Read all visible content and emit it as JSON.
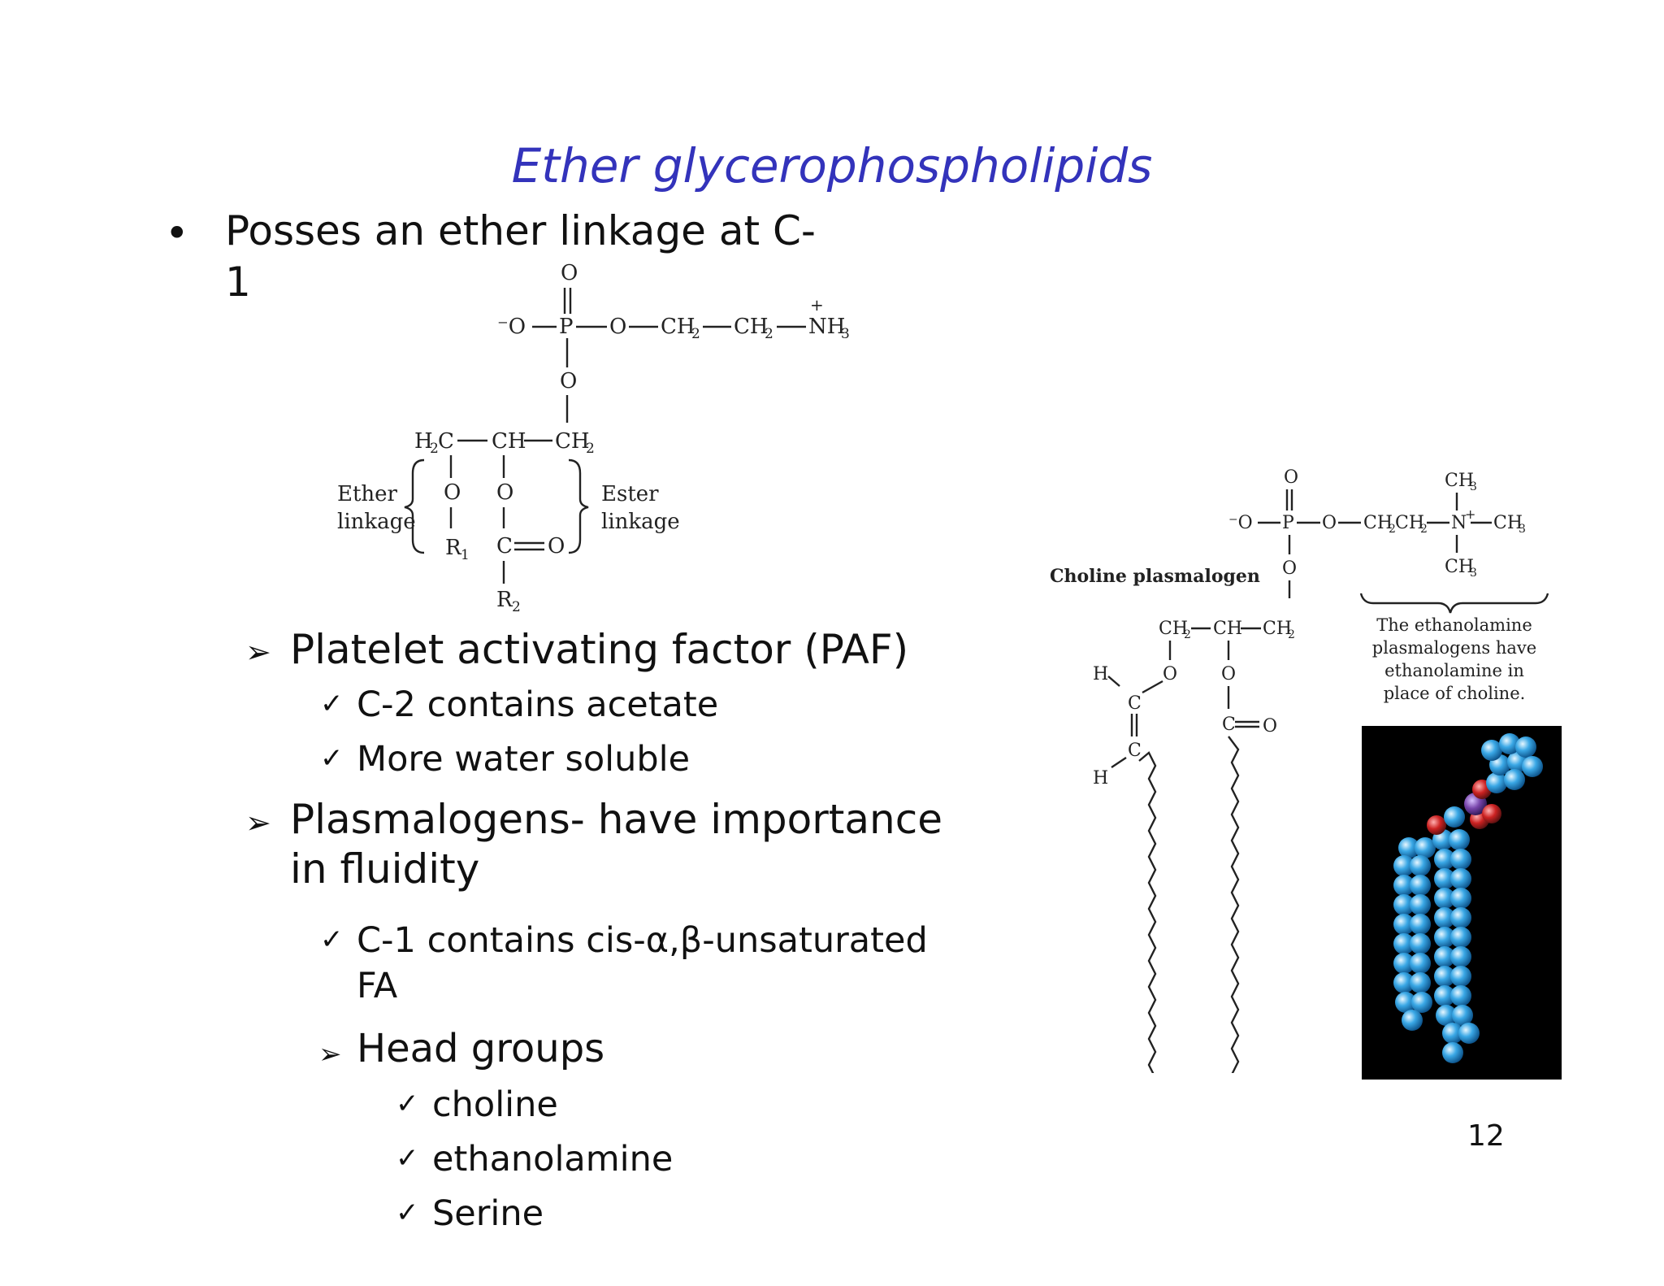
{
  "slide": {
    "title": "Ether glycerophospholipids",
    "page_number": "12"
  },
  "bullets": {
    "main_marker": "•",
    "main_line1": "Posses an ether linkage at C-",
    "main_line2": "1",
    "arrow_marker": "➢",
    "check_marker": "✓",
    "paf": "Platelet activating factor (PAF)",
    "paf_sub1": "C-2 contains acetate",
    "paf_sub2": "More water soluble",
    "plasm_line1": "Plasmalogens-  have importance",
    "plasm_line2": "in fluidity",
    "plasm_sub1_line1": "C-1 contains cis-α,β-unsaturated",
    "plasm_sub1_line2": "FA",
    "head_groups": "Head groups",
    "hg1": "choline",
    "hg2": "ethanolamine",
    "hg3": "Serine"
  },
  "structure1": {
    "ether_label_1": "Ether",
    "ether_label_2": "linkage",
    "ester_label_1": "Ester",
    "ester_label_2": "linkage"
  },
  "structure2": {
    "name": "Choline plasmalogen",
    "note_line1": "The ethanolamine",
    "note_line2": "plasmalogens have",
    "note_line3": "ethanolamine in",
    "note_line4": "place of choline."
  },
  "colors": {
    "title": "#3333bb",
    "text": "#111111",
    "model_background": "#000000",
    "model_atom": "#3aa8e6",
    "model_oxygen": "#cc2222",
    "model_phosphorus": "#7744aa"
  }
}
